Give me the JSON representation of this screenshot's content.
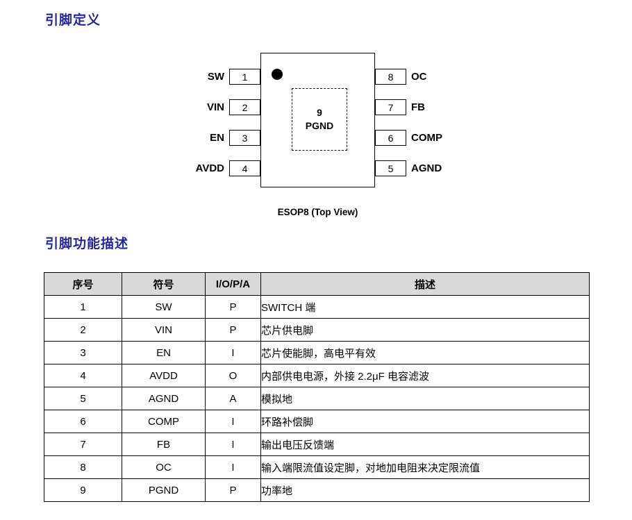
{
  "page": {
    "title1": "引脚定义",
    "title2": "引脚功能描述",
    "caption": "ESOP8 (Top View)"
  },
  "diagram": {
    "center_pin": {
      "number": "9",
      "label": "PGND"
    },
    "left_pins": [
      {
        "number": "1",
        "label": "SW"
      },
      {
        "number": "2",
        "label": "VIN"
      },
      {
        "number": "3",
        "label": "EN"
      },
      {
        "number": "4",
        "label": "AVDD"
      }
    ],
    "right_pins": [
      {
        "number": "8",
        "label": "OC"
      },
      {
        "number": "7",
        "label": "FB"
      },
      {
        "number": "6",
        "label": "COMP"
      },
      {
        "number": "5",
        "label": "AGND"
      }
    ]
  },
  "table": {
    "headers": [
      "序号",
      "符号",
      "I/O/P/A",
      "描述"
    ],
    "rows": [
      [
        "1",
        "SW",
        "P",
        "SWITCH 端"
      ],
      [
        "2",
        "VIN",
        "P",
        "芯片供电脚"
      ],
      [
        "3",
        "EN",
        "I",
        "芯片使能脚，高电平有效"
      ],
      [
        "4",
        "AVDD",
        "O",
        "内部供电电源，外接 2.2μF 电容滤波"
      ],
      [
        "5",
        "AGND",
        "A",
        "模拟地"
      ],
      [
        "6",
        "COMP",
        "I",
        "环路补偿脚"
      ],
      [
        "7",
        "FB",
        "I",
        "输出电压反馈端"
      ],
      [
        "8",
        "OC",
        "I",
        "输入端限流值设定脚，对地加电阻来决定限流值"
      ],
      [
        "9",
        "PGND",
        "P",
        "功率地"
      ]
    ]
  }
}
